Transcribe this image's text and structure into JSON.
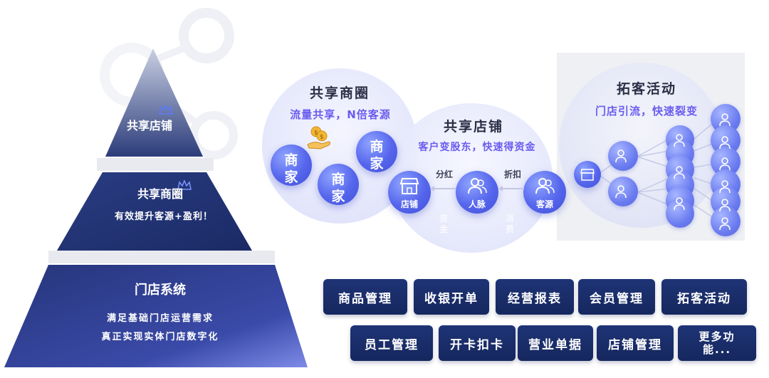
{
  "pyramid": {
    "top": {
      "title": "共享店铺"
    },
    "middle": {
      "title": "共享商圈",
      "subtitle": "有效提升客源+盈利！"
    },
    "bottom": {
      "title": "门店系统",
      "line1": "满足基础门店运营需求",
      "line2": "真正实现实体门店数字化"
    }
  },
  "circles": {
    "business_circle": {
      "title": "共享商圈",
      "subtitle": "流量共享，N倍客源",
      "merchants": [
        "商\n家",
        "商\n家",
        "商\n家"
      ]
    },
    "shared_store": {
      "title": "共享店铺",
      "subtitle": "客户变股东，快速得资金",
      "nodes": {
        "store": "店铺",
        "network": "人脉",
        "customer": "客源"
      },
      "flows": {
        "dividend": "分红",
        "discount": "折扣",
        "funds": "资金",
        "consume": "消费"
      }
    },
    "acquisition": {
      "title": "拓客活动",
      "subtitle": "门店引流，快速裂变"
    }
  },
  "features": {
    "row1": [
      "商品管理",
      "收银开单",
      "经营报表",
      "会员管理",
      "拓客活动"
    ],
    "row2": [
      "员工管理",
      "开卡扣卡",
      "营业单据",
      "店铺管理",
      "更多功能..."
    ]
  },
  "colors": {
    "navy": "#1b2c6b",
    "accent_purple": "#6a5cf0",
    "node_blue": "#5565ec"
  }
}
